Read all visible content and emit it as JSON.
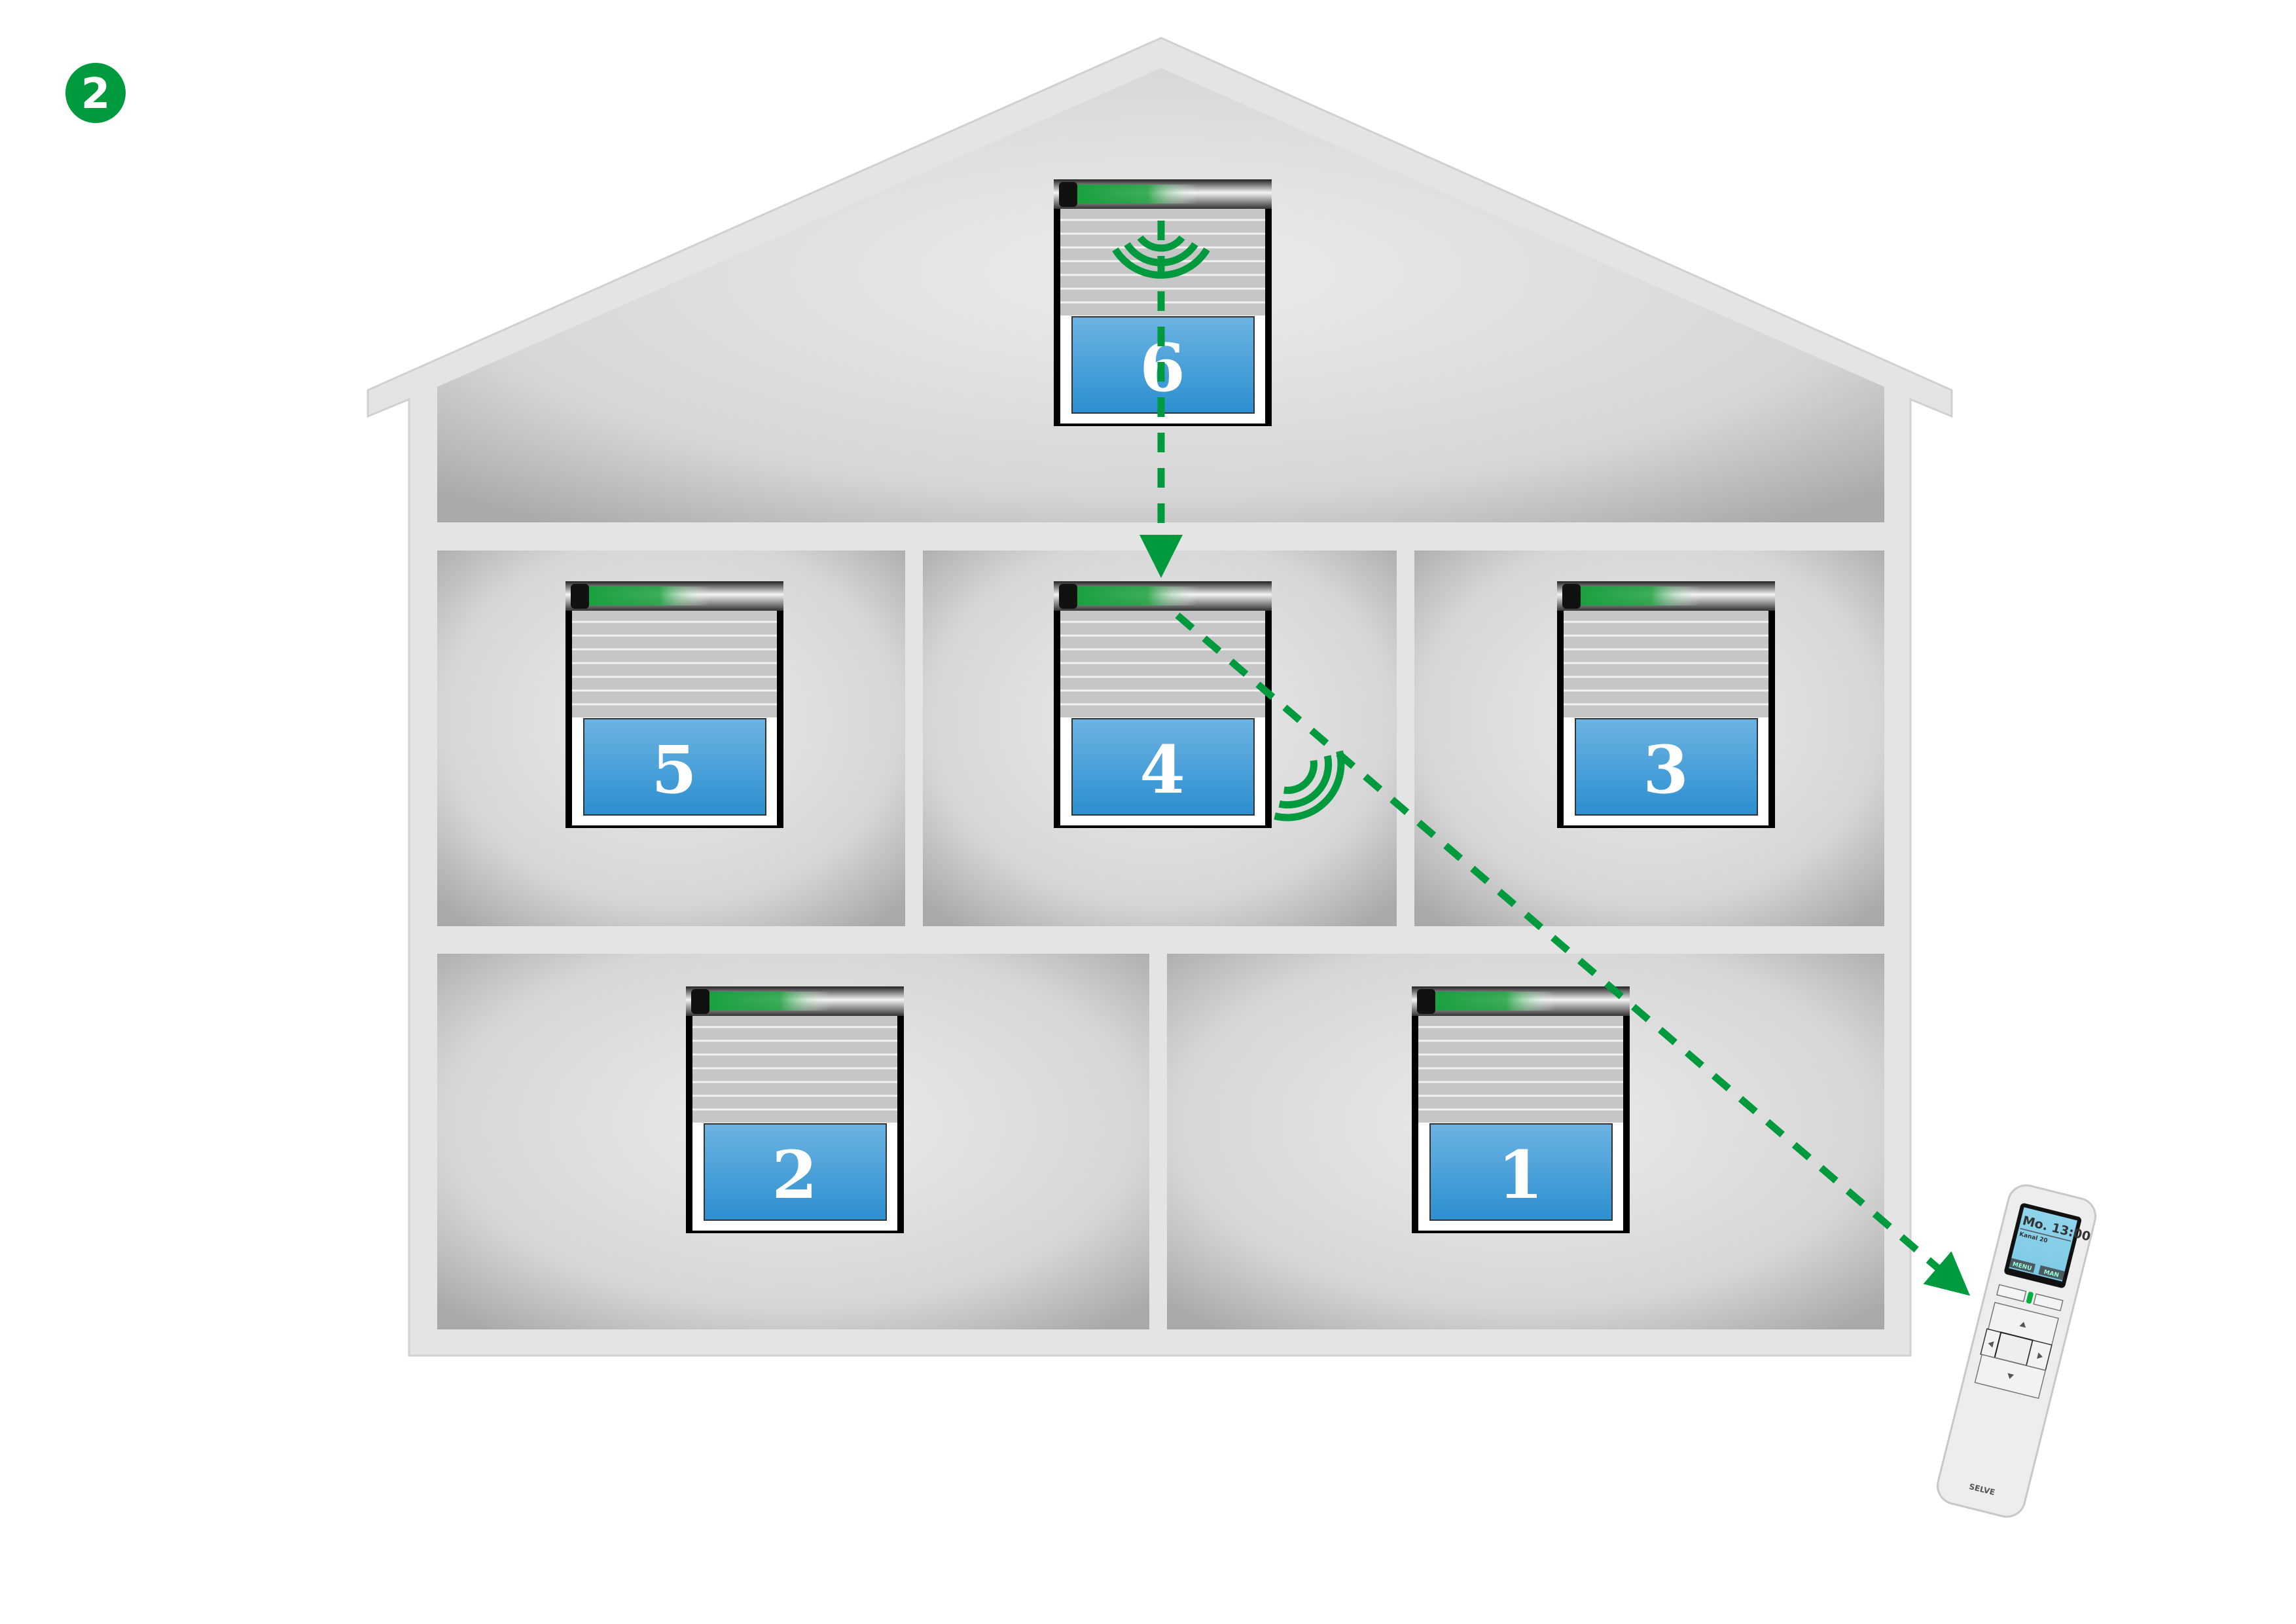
{
  "step_badge": {
    "label": "2",
    "color": "#009a3e"
  },
  "colors": {
    "accent": "#009a3e",
    "glass": "#3d9bd6",
    "wall": "#e6e6e6",
    "room": "#d2d2d2"
  },
  "windows": [
    {
      "label": "6",
      "room": "attic"
    },
    {
      "label": "5",
      "room": "middle-left"
    },
    {
      "label": "4",
      "room": "middle-center"
    },
    {
      "label": "3",
      "room": "middle-right"
    },
    {
      "label": "2",
      "room": "ground-left"
    },
    {
      "label": "1",
      "room": "ground-right"
    }
  ],
  "remote": {
    "display_time": "Mo. 13:00",
    "display_channel": "Kanal 20",
    "softkey_left": "MENU",
    "softkey_right": "MAN",
    "brand": "SELVE"
  }
}
